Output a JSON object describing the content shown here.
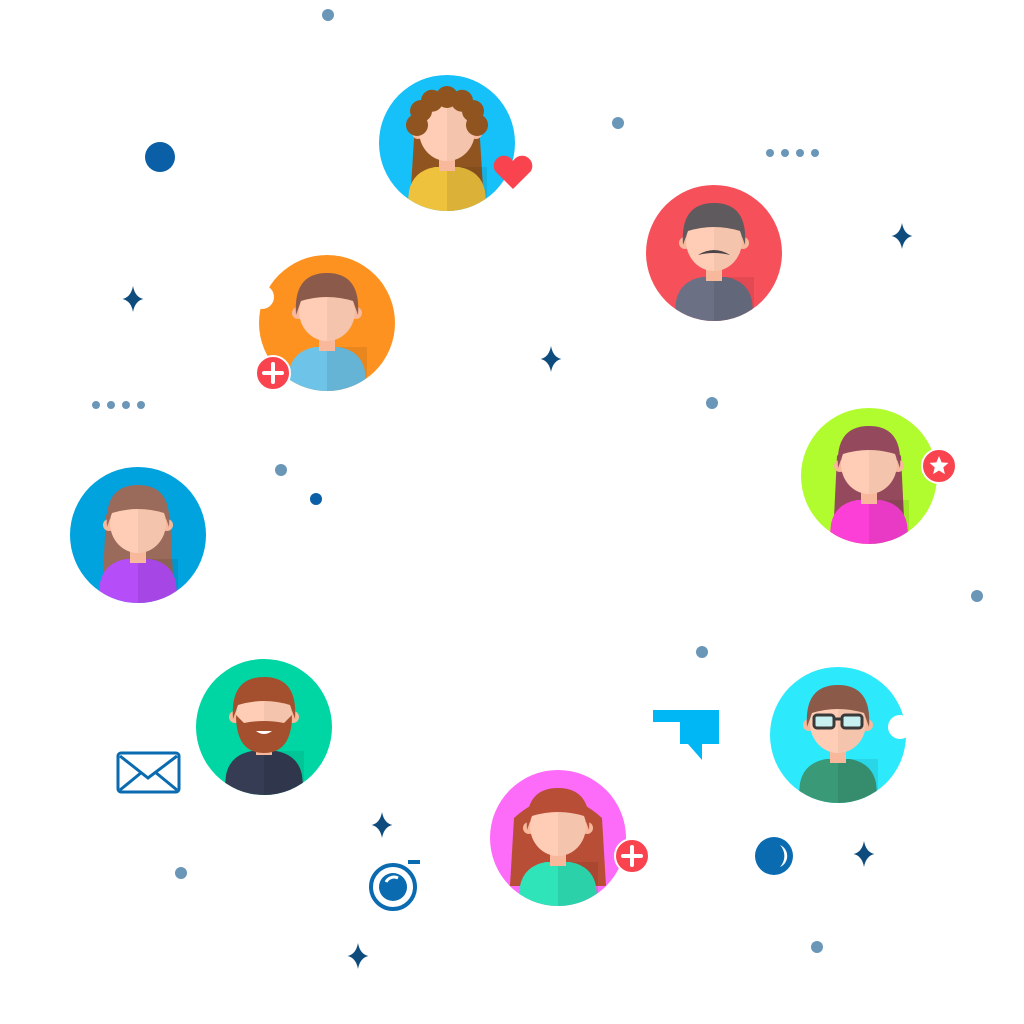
{
  "colors": {
    "background": "#ffffff",
    "dot_light": "#6a96b8",
    "dot_dark": "#0a5fa6",
    "sparkle": "#0f4c7e",
    "badge_red": "#f9434f",
    "icon_blue": "#0a6bb0",
    "bubble_blue": "#00b7f5",
    "skin": "#ffcdb5",
    "skin_shade": "#f7b89c"
  },
  "avatars": [
    {
      "name": "avatar-woman-curly-hair",
      "bg": "#16c0f8",
      "hair": "#8f5420",
      "shirt": "#eec23c",
      "style": "curly",
      "badge": "heart-icon"
    },
    {
      "name": "avatar-man-mustache",
      "bg": "#f6505a",
      "hair": "#5e5a5e",
      "shirt": "#6c7085",
      "style": "mustache",
      "badge": ""
    },
    {
      "name": "avatar-man-blue-shirt",
      "bg": "#fd9220",
      "hair": "#8c5a4a",
      "shirt": "#6ec3e8",
      "style": "short",
      "badge": "plus-icon",
      "notch": true
    },
    {
      "name": "avatar-woman-pink-shirt",
      "bg": "#b0fc2e",
      "hair": "#944a5c",
      "shirt": "#fc3fd6",
      "style": "long",
      "badge": "star-icon"
    },
    {
      "name": "avatar-woman-purple-top",
      "bg": "#00a3de",
      "hair": "#9a6a5a",
      "shirt": "#b54ef9",
      "style": "long",
      "badge": ""
    },
    {
      "name": "avatar-man-beard",
      "bg": "#00d6a4",
      "hair": "#a4502e",
      "shirt": "#353c54",
      "style": "beard",
      "badge": ""
    },
    {
      "name": "avatar-man-glasses",
      "bg": "#2ce9fc",
      "hair": "#8c5a48",
      "shirt": "#3a9a78",
      "style": "glasses",
      "badge": "",
      "notch": true
    },
    {
      "name": "avatar-woman-red-hair",
      "bg": "#fd6bf9",
      "hair": "#b84e36",
      "shirt": "#2fe4b8",
      "style": "bob",
      "badge": "plus-icon"
    }
  ],
  "icons": [
    "envelope-icon",
    "camera-icon",
    "speech-bubble-icon",
    "moon-icon",
    "sparkle-icon",
    "dot"
  ]
}
